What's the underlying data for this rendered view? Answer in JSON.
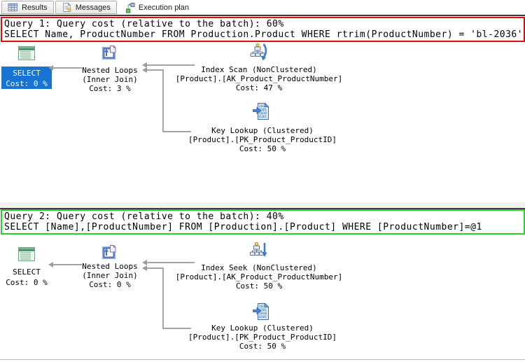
{
  "tabs": {
    "results": "Results",
    "messages": "Messages",
    "execution_plan": "Execution plan"
  },
  "query1": {
    "header_line1": "Query 1: Query cost (relative to the batch): 60%",
    "header_line2": "SELECT Name, ProductNumber FROM Production.Product WHERE rtrim(ProductNumber) = 'bl-2036'",
    "select_node": {
      "label": "SELECT",
      "cost": "Cost: 0 %"
    },
    "nested_loops": {
      "name": "Nested Loops",
      "detail": "(Inner Join)",
      "cost": "Cost: 3 %"
    },
    "index_op": {
      "name": "Index Scan (NonClustered)",
      "object": "[Product].[AK_Product_ProductNumber]",
      "cost": "Cost: 47 %"
    },
    "key_lookup": {
      "name": "Key Lookup (Clustered)",
      "object": "[Product].[PK_Product_ProductID]",
      "cost": "Cost: 50 %"
    }
  },
  "query2": {
    "header_line1": "Query 2: Query cost (relative to the batch): 40%",
    "header_line2": "SELECT [Name],[ProductNumber] FROM [Production].[Product] WHERE [ProductNumber]=@1",
    "select_node": {
      "label": "SELECT",
      "cost": "Cost: 0 %"
    },
    "nested_loops": {
      "name": "Nested Loops",
      "detail": "(Inner Join)",
      "cost": "Cost: 0 %"
    },
    "index_op": {
      "name": "Index Seek (NonClustered)",
      "object": "[Product].[AK_Product_ProductNumber]",
      "cost": "Cost: 50 %"
    },
    "key_lookup": {
      "name": "Key Lookup (Clustered)",
      "object": "[Product].[PK_Product_ProductID]",
      "cost": "Cost: 50 %"
    }
  },
  "colors": {
    "query1_border": "#dc0e0e",
    "query2_border": "#28d428",
    "selected_node_bg": "#1774d2",
    "connector": "#a4a4a4"
  }
}
